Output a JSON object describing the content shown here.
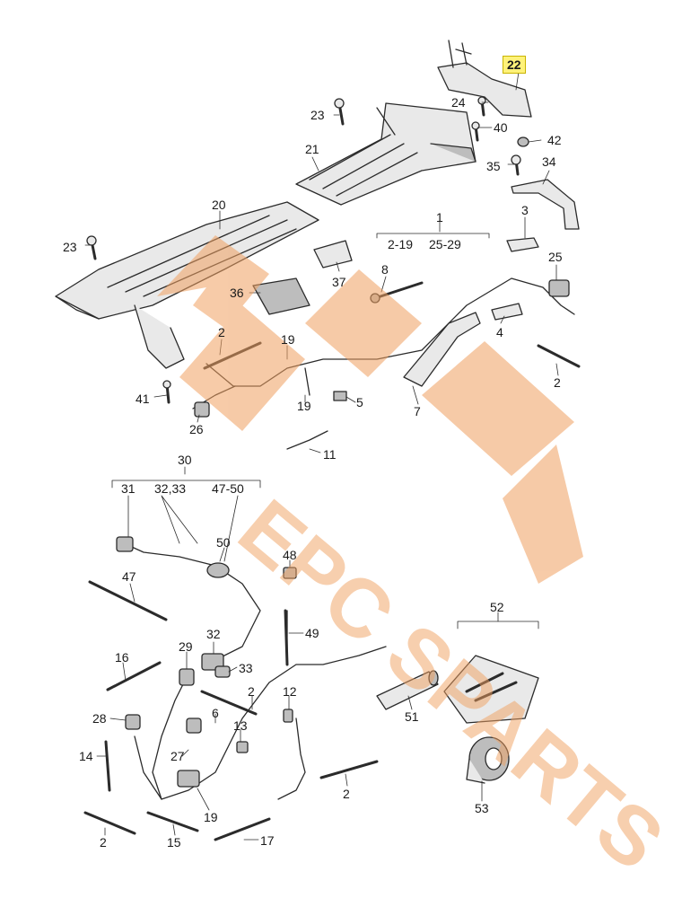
{
  "diagram": {
    "callouts": [
      {
        "id": "c22",
        "text": "22",
        "highlight": true
      },
      {
        "id": "c23a",
        "text": "23"
      },
      {
        "id": "c24",
        "text": "24"
      },
      {
        "id": "c40",
        "text": "40"
      },
      {
        "id": "c42",
        "text": "42"
      },
      {
        "id": "c21",
        "text": "21"
      },
      {
        "id": "c35",
        "text": "35"
      },
      {
        "id": "c34",
        "text": "34"
      },
      {
        "id": "c20",
        "text": "20"
      },
      {
        "id": "c1",
        "text": "1"
      },
      {
        "id": "c1a",
        "text": "2-19"
      },
      {
        "id": "c1b",
        "text": "25-29"
      },
      {
        "id": "c3",
        "text": "3"
      },
      {
        "id": "c23b",
        "text": "23"
      },
      {
        "id": "c8",
        "text": "8"
      },
      {
        "id": "c25",
        "text": "25"
      },
      {
        "id": "c37",
        "text": "37"
      },
      {
        "id": "c36",
        "text": "36"
      },
      {
        "id": "c2a",
        "text": "2"
      },
      {
        "id": "c19a",
        "text": "19"
      },
      {
        "id": "c4",
        "text": "4"
      },
      {
        "id": "c2b",
        "text": "2"
      },
      {
        "id": "c41",
        "text": "41"
      },
      {
        "id": "c19b",
        "text": "19"
      },
      {
        "id": "c5",
        "text": "5"
      },
      {
        "id": "c7",
        "text": "7"
      },
      {
        "id": "c26",
        "text": "26"
      },
      {
        "id": "c11",
        "text": "11"
      },
      {
        "id": "c30",
        "text": "30"
      },
      {
        "id": "c31",
        "text": "31"
      },
      {
        "id": "c3233",
        "text": "32,33"
      },
      {
        "id": "c4750",
        "text": "47-50"
      },
      {
        "id": "c50",
        "text": "50"
      },
      {
        "id": "c48",
        "text": "48"
      },
      {
        "id": "c47",
        "text": "47"
      },
      {
        "id": "c52",
        "text": "52"
      },
      {
        "id": "c49",
        "text": "49"
      },
      {
        "id": "c32",
        "text": "32"
      },
      {
        "id": "c29",
        "text": "29"
      },
      {
        "id": "c16",
        "text": "16"
      },
      {
        "id": "c33",
        "text": "33"
      },
      {
        "id": "c2c",
        "text": "2"
      },
      {
        "id": "c12",
        "text": "12"
      },
      {
        "id": "c28",
        "text": "28"
      },
      {
        "id": "c6",
        "text": "6"
      },
      {
        "id": "c13",
        "text": "13"
      },
      {
        "id": "c51",
        "text": "51"
      },
      {
        "id": "c14",
        "text": "14"
      },
      {
        "id": "c27",
        "text": "27"
      },
      {
        "id": "c2d",
        "text": "2"
      },
      {
        "id": "c53",
        "text": "53"
      },
      {
        "id": "c19c",
        "text": "19"
      },
      {
        "id": "c2e",
        "text": "2"
      },
      {
        "id": "c15",
        "text": "15"
      },
      {
        "id": "c17",
        "text": "17"
      }
    ],
    "colors": {
      "line": "#2b2b2b",
      "part_fill": "#e9e9e9",
      "part_shade": "#bdbdbd",
      "highlight": "#fff27a",
      "watermark": "#f0a060"
    }
  },
  "watermark": {
    "text": "EPC SPARTS"
  }
}
